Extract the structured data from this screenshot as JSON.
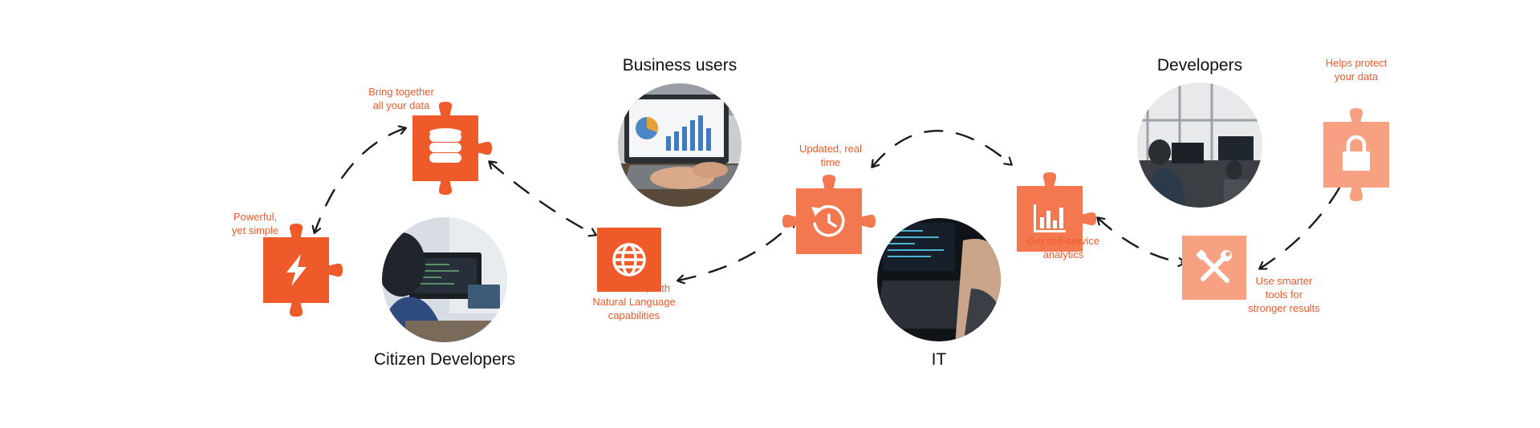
{
  "colors": {
    "dark_orange": "#ef5a2a",
    "mid_orange": "#f37850",
    "light_orange": "#f7a082",
    "label_text": "#ef5a2a",
    "arrow": "#1a1a1a",
    "heading_text": "#111111"
  },
  "personas": {
    "citizen_developers": "Citizen Developers",
    "business_users": "Business users",
    "it": "IT",
    "developers": "Developers"
  },
  "pieces": [
    {
      "id": "powerful",
      "icon": "lightning-icon",
      "color": "dark_orange",
      "lines": [
        "Powerful,",
        "yet simple"
      ]
    },
    {
      "id": "bring-together",
      "icon": "database-icon",
      "color": "dark_orange",
      "lines": [
        "Bring together",
        "all your data"
      ]
    },
    {
      "id": "interactive",
      "icon": "globe-icon",
      "color": "dark_orange",
      "lines": [
        "Interactive, with",
        "Natural Language",
        "capabilities"
      ]
    },
    {
      "id": "updated",
      "icon": "clock-refresh-icon",
      "color": "mid_orange",
      "lines": [
        "Updated, real",
        "time"
      ]
    },
    {
      "id": "self-service",
      "icon": "bar-chart-icon",
      "color": "mid_orange",
      "lines": [
        "Get self-service",
        "analytics"
      ]
    },
    {
      "id": "smarter-tools",
      "icon": "tools-icon",
      "color": "light_orange",
      "lines": [
        "Use smarter",
        "tools for",
        "stronger results"
      ]
    },
    {
      "id": "protect",
      "icon": "lock-icon",
      "color": "light_orange",
      "lines": [
        "Helps protect",
        "your data"
      ]
    }
  ]
}
